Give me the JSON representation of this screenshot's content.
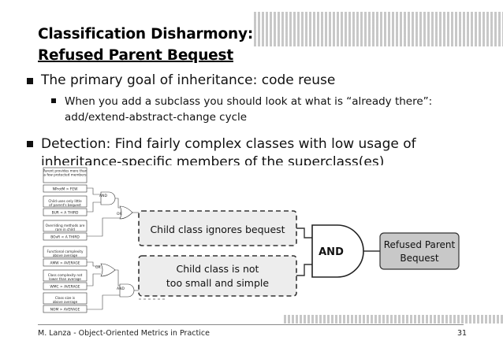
{
  "title": {
    "line1": "Classification Disharmony:",
    "line2": "Refused Parent Bequest"
  },
  "bullets": {
    "b1": "The primary goal of inheritance: code reuse",
    "b1_sub": "When you add a subclass you should look at what is “already there”: add/extend-abstract-change cycle",
    "b2": "Detection: Find fairly complex classes with low usage of inheritance-specific members of the superclass(es)"
  },
  "diagram": {
    "small_boxes": [
      {
        "label": "Parent provides more than a few protected members",
        "metric": "NProtM > FEW"
      },
      {
        "label": "Child uses only little of parent's bequest",
        "metric": "BUR < A THIRD"
      },
      {
        "label": "Overriding methods are rare in child",
        "metric": "BOvR < A THIRD"
      },
      {
        "label": "Functional complexity above average",
        "metric": "AMW > AVERAGE"
      },
      {
        "label": "Class complexity not lower than average",
        "metric": "WMC > AVERAGE"
      },
      {
        "label": "Class size is above average",
        "metric": "NOM > AVERAGE"
      }
    ],
    "gates": {
      "and1": "AND",
      "or1": "OR",
      "or2": "OR",
      "and2": "AND",
      "big_and": "AND"
    },
    "dashed_box1": "Child class ignores bequest",
    "dashed_box2_line1": "Child class is not",
    "dashed_box2_line2": "too small and simple",
    "result_line1": "Refused Parent",
    "result_line2": "Bequest"
  },
  "footer": {
    "author": "M. Lanza - Object-Oriented Metrics in Practice",
    "page": "31"
  }
}
